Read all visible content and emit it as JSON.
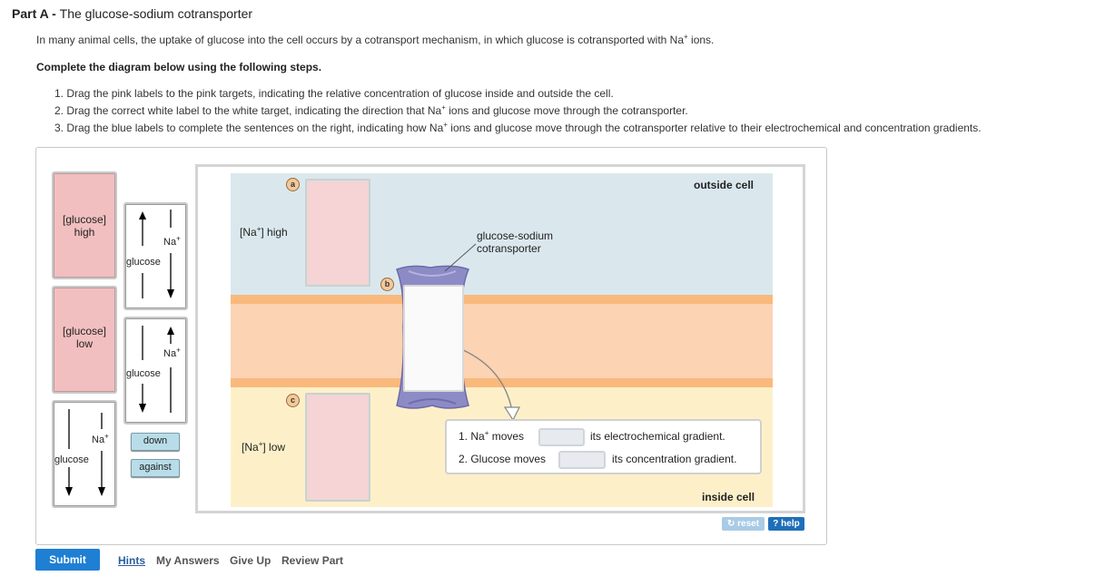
{
  "header": {
    "part_prefix": "Part A - ",
    "part_title": "The glucose-sodium cotransporter"
  },
  "intro": {
    "before": "In many animal cells, the uptake of glucose into the cell occurs by a cotransport mechanism, in which glucose is cotransported with Na",
    "after": " ions."
  },
  "instructions": {
    "heading": "Complete the diagram below using the following steps.",
    "step1": "1.  Drag the pink labels to the pink targets, indicating the relative concentration of glucose inside and outside the cell.",
    "step2_a": "2.  Drag the correct white label to the white target, indicating the direction that Na",
    "step2_b": " ions and glucose move through the cotransporter.",
    "step3_a": "3.  Drag the blue labels to complete the sentences on the right, indicating how Na",
    "step3_b": " ions and glucose move through the cotransporter relative to their electrochemical and concentration gradients."
  },
  "labels": {
    "pink1_line1": "[glucose]",
    "pink1_line2": "high",
    "pink2_line1": "[glucose]",
    "pink2_line2": "low",
    "na": "Na",
    "plus": "+",
    "glucose": "glucose",
    "blue_down": "down",
    "blue_against": "against"
  },
  "diagram": {
    "marker_a": "a",
    "marker_b": "b",
    "marker_c": "c",
    "outside": "outside cell",
    "inside": "inside cell",
    "na_high_pre": "[Na",
    "na_high_post": "] high",
    "na_low_pre": "[Na",
    "na_low_post": "] low",
    "cotransporter_line1": "glucose-sodium",
    "cotransporter_line2": "cotransporter",
    "sentence1_pre": "1. Na",
    "sentence1_mid": " moves",
    "sentence1_post": "its electrochemical gradient.",
    "sentence2_pre": "2. Glucose moves",
    "sentence2_post": "its concentration gradient."
  },
  "controls": {
    "reset": "reset",
    "help": "? help"
  },
  "footer": {
    "submit": "Submit",
    "hints": "Hints",
    "my_answers": "My Answers",
    "give_up": "Give Up",
    "review_part": "Review Part"
  },
  "colors": {
    "outside_bg": "#dae8ee",
    "membrane_outer": "#f9b97c",
    "membrane_inner": "#fcd3b3",
    "inside_bg": "#fdf0c9",
    "protein": "#8d8bc6",
    "submit_blue": "#1f7fd3"
  }
}
